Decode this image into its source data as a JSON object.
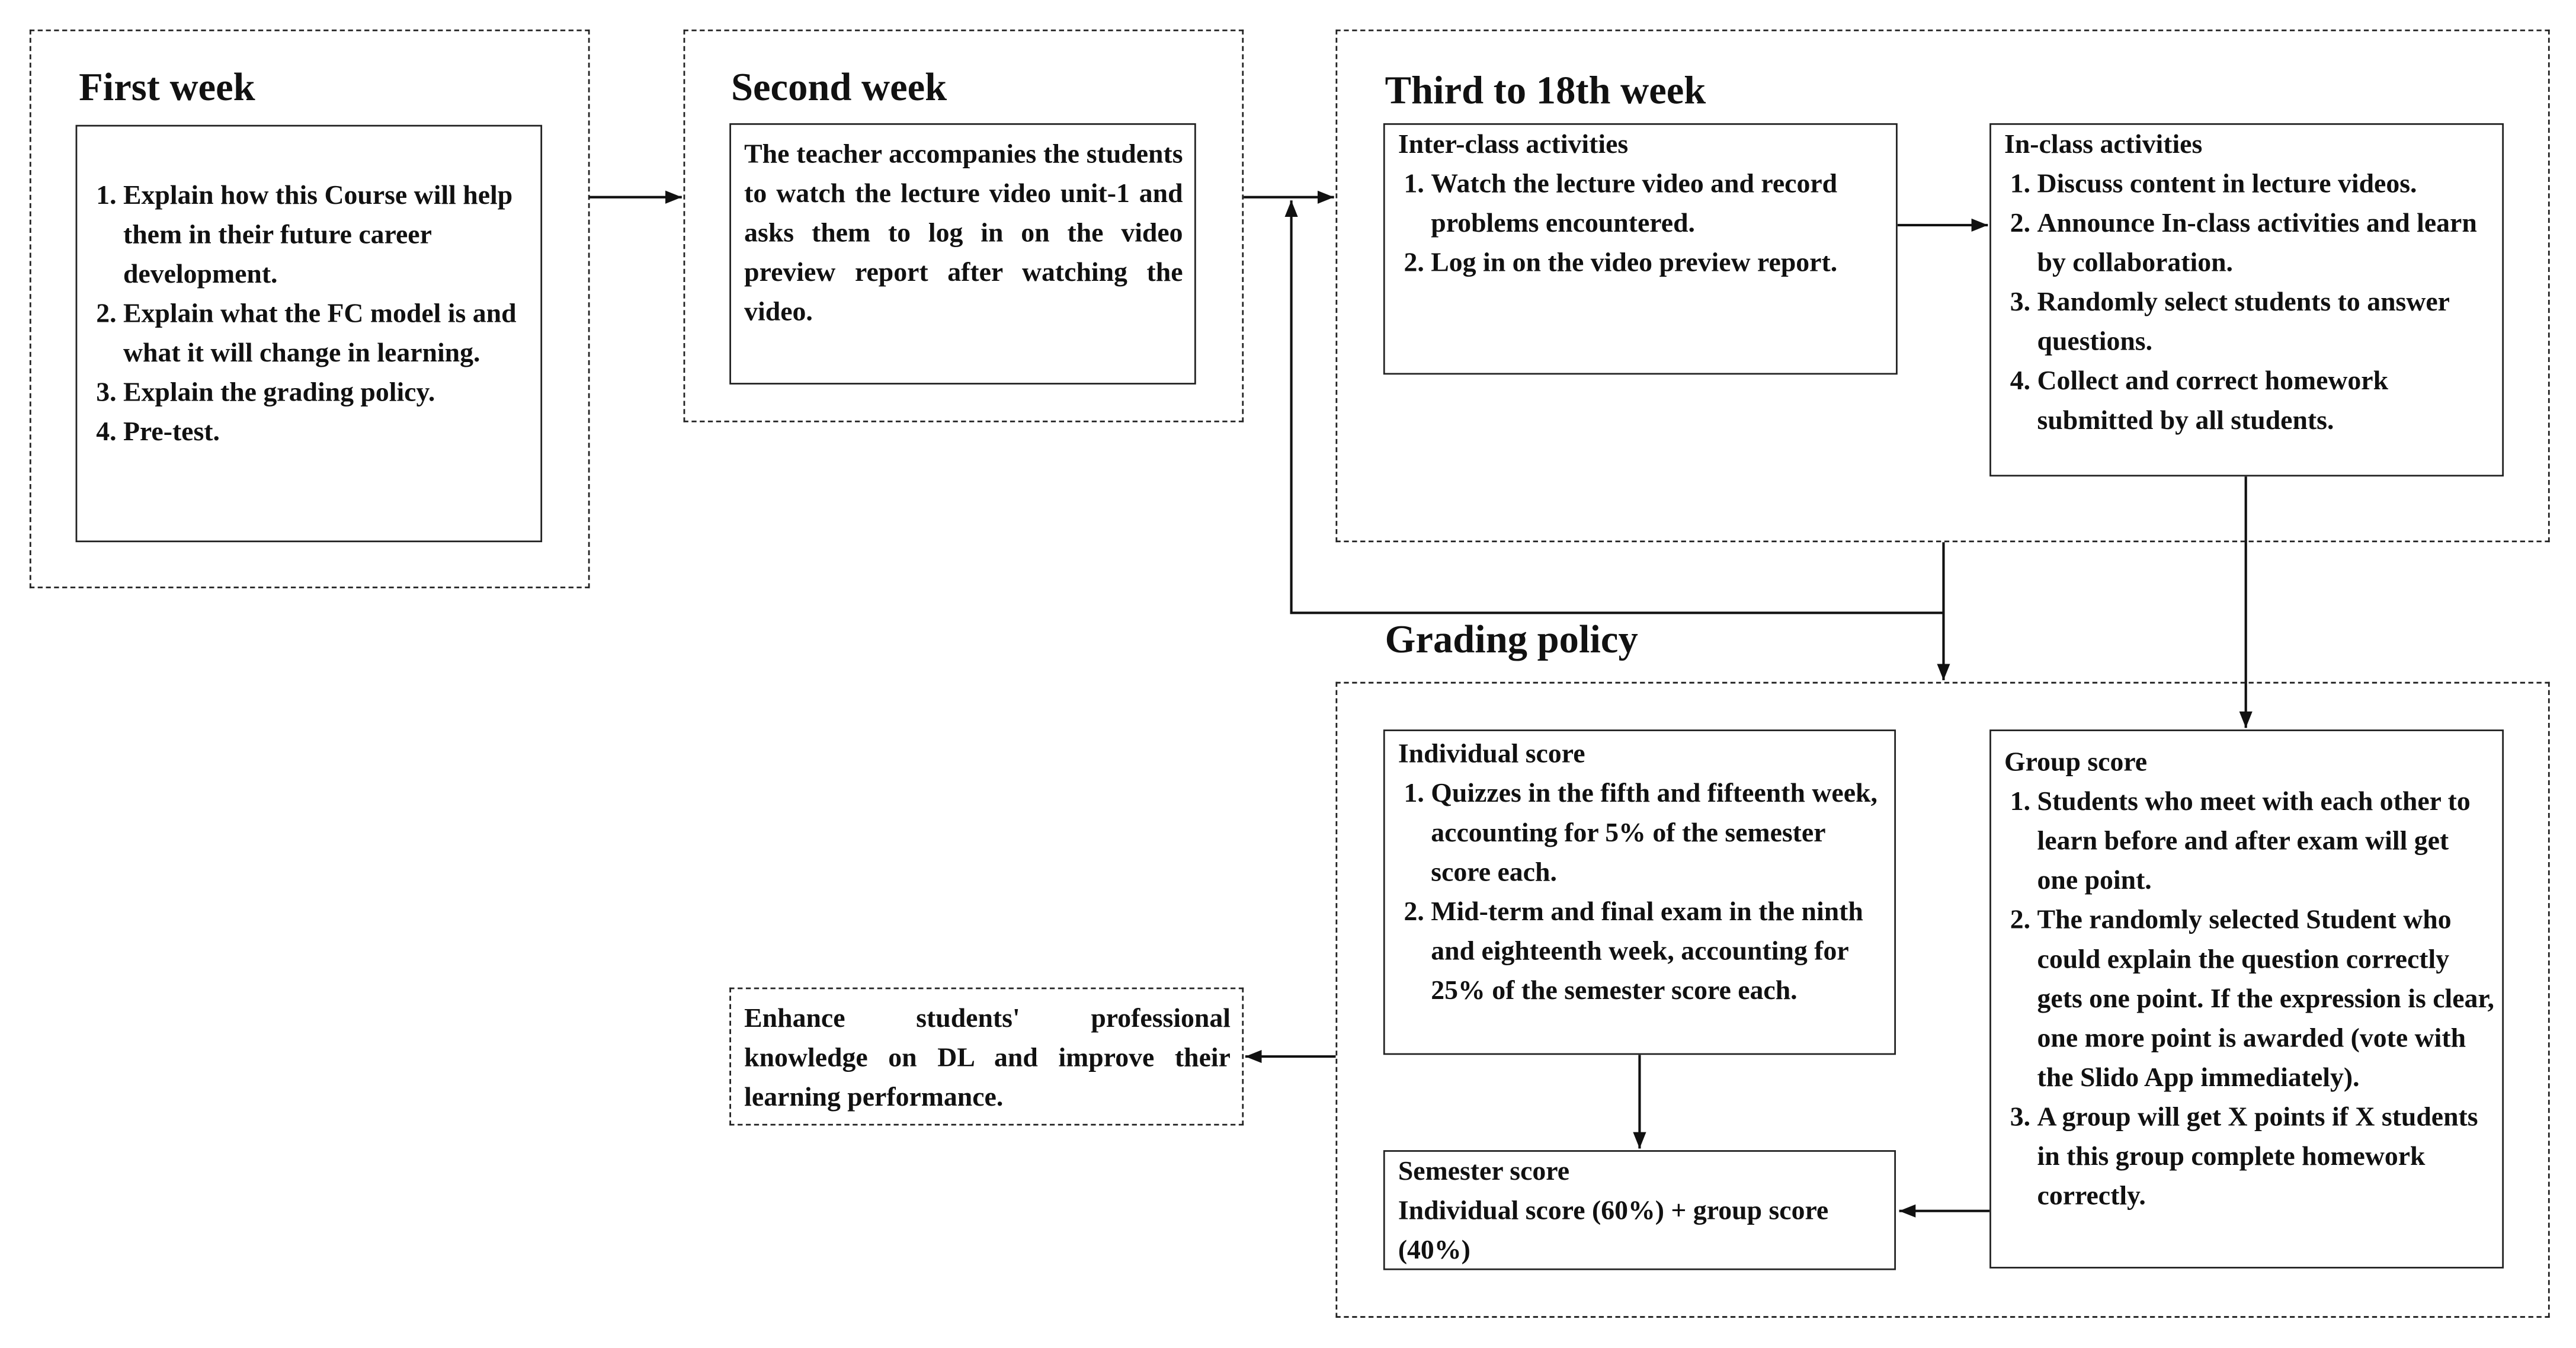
{
  "first_week": {
    "title": "First week",
    "items": [
      "Explain how this Course will help them in their future career development.",
      "Explain what the FC model is and what it will change in learning.",
      "Explain the grading policy.",
      "Pre-test."
    ]
  },
  "second_week": {
    "title": "Second week",
    "text": "The teacher accompanies the students to watch the lecture video unit-1 and asks them to log in on the video preview report after watching the video."
  },
  "third_week": {
    "title": "Third to 18th week",
    "inter_class": {
      "heading": "Inter-class activities",
      "items": [
        "Watch the lecture video and record problems encountered.",
        "Log in on the video preview report."
      ]
    },
    "in_class": {
      "heading": "In-class activities",
      "items": [
        "Discuss content in lecture videos.",
        "Announce In-class activities and learn by collaboration.",
        "Randomly select students to answer questions.",
        "Collect and correct homework submitted by all students."
      ]
    }
  },
  "grading_policy": {
    "title": "Grading policy",
    "individual": {
      "heading": "Individual score",
      "items": [
        "Quizzes in the fifth and fifteenth week, accounting for 5% of the semester score each.",
        "Mid-term and final exam in the ninth and eighteenth week, accounting for 25% of the semester score each."
      ]
    },
    "group": {
      "heading": "Group score",
      "items": [
        "Students who meet with each other to learn before and after exam will get one point.",
        "The randomly selected Student who could explain the question correctly gets one point. If the expression is clear, one more point is awarded (vote with the Slido App immediately).",
        "A group will get X points if X students in this group complete homework correctly."
      ]
    },
    "semester": {
      "heading": "Semester score",
      "text": "Individual score (60%) + group score (40%)"
    }
  },
  "outcome": {
    "text": "Enhance students' professional knowledge on DL and improve their learning performance."
  }
}
